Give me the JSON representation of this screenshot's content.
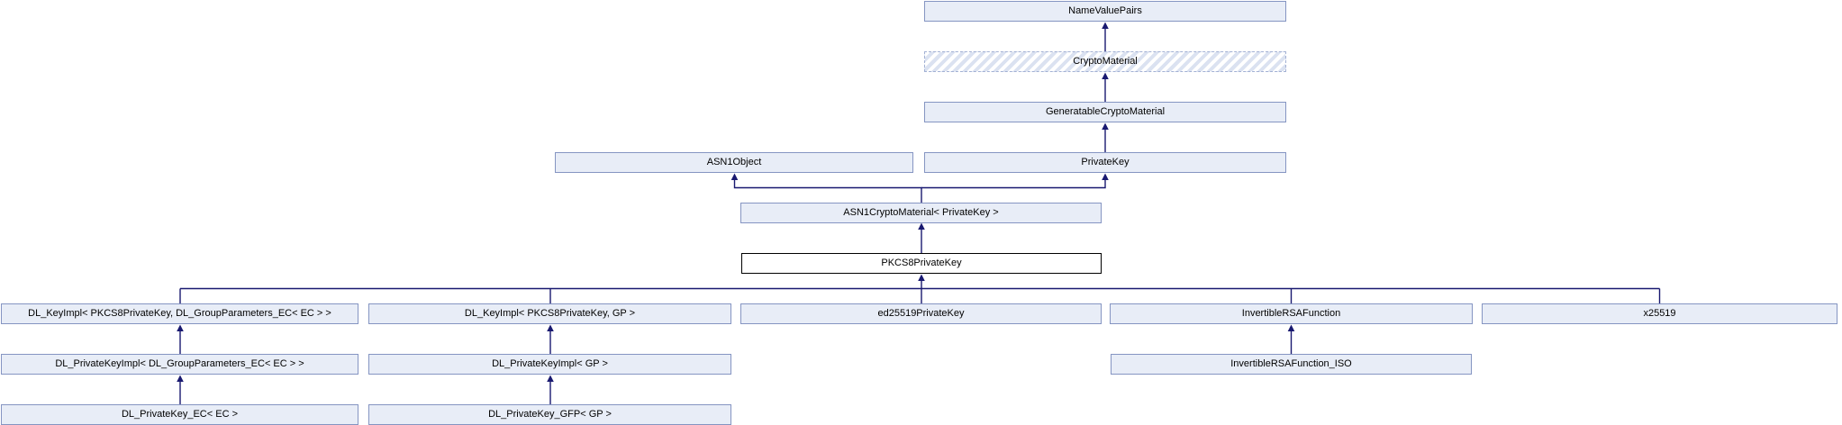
{
  "diagram": {
    "colors": {
      "background": "#ffffff",
      "node_fill": "#e8edf7",
      "node_border": "#8595c2",
      "current_node_fill": "#ffffff",
      "current_node_border": "#000000",
      "hatch_stripe": "#dbe2f1",
      "hatch_border": "#a3b1d4",
      "edge": "#191970",
      "text": "#000000"
    },
    "nodes": [
      {
        "id": "NameValuePairs",
        "label": "NameValuePairs",
        "variant": "default"
      },
      {
        "id": "CryptoMaterial",
        "label": "CryptoMaterial",
        "variant": "hatched"
      },
      {
        "id": "GeneratableCryptoMaterial",
        "label": "GeneratableCryptoMaterial",
        "variant": "default"
      },
      {
        "id": "ASN1Object",
        "label": "ASN1Object",
        "variant": "default"
      },
      {
        "id": "PrivateKey",
        "label": "PrivateKey",
        "variant": "default"
      },
      {
        "id": "ASN1CryptoMaterial_PrivateKey",
        "label": "ASN1CryptoMaterial< PrivateKey >",
        "variant": "default"
      },
      {
        "id": "PKCS8PrivateKey",
        "label": "PKCS8PrivateKey",
        "variant": "current"
      },
      {
        "id": "DL_KeyImpl_EC",
        "label": "DL_KeyImpl< PKCS8PrivateKey, DL_GroupParameters_EC< EC > >",
        "variant": "default"
      },
      {
        "id": "DL_KeyImpl_GP",
        "label": "DL_KeyImpl< PKCS8PrivateKey, GP >",
        "variant": "default"
      },
      {
        "id": "ed25519PrivateKey",
        "label": "ed25519PrivateKey",
        "variant": "default"
      },
      {
        "id": "InvertibleRSAFunction",
        "label": "InvertibleRSAFunction",
        "variant": "default"
      },
      {
        "id": "x25519",
        "label": "x25519",
        "variant": "default"
      },
      {
        "id": "DL_PrivateKeyImpl_EC",
        "label": "DL_PrivateKeyImpl< DL_GroupParameters_EC< EC > >",
        "variant": "default"
      },
      {
        "id": "DL_PrivateKeyImpl_GP",
        "label": "DL_PrivateKeyImpl< GP >",
        "variant": "default"
      },
      {
        "id": "InvertibleRSAFunction_ISO",
        "label": "InvertibleRSAFunction_ISO",
        "variant": "default"
      },
      {
        "id": "DL_PrivateKey_EC",
        "label": "DL_PrivateKey_EC< EC >",
        "variant": "default"
      },
      {
        "id": "DL_PrivateKey_GFP",
        "label": "DL_PrivateKey_GFP< GP >",
        "variant": "default"
      }
    ],
    "edges": [
      {
        "from": "CryptoMaterial",
        "to": "NameValuePairs"
      },
      {
        "from": "GeneratableCryptoMaterial",
        "to": "CryptoMaterial"
      },
      {
        "from": "PrivateKey",
        "to": "GeneratableCryptoMaterial"
      },
      {
        "from": "ASN1CryptoMaterial_PrivateKey",
        "to": "ASN1Object"
      },
      {
        "from": "ASN1CryptoMaterial_PrivateKey",
        "to": "PrivateKey"
      },
      {
        "from": "PKCS8PrivateKey",
        "to": "ASN1CryptoMaterial_PrivateKey"
      },
      {
        "from": "DL_KeyImpl_EC",
        "to": "PKCS8PrivateKey"
      },
      {
        "from": "DL_KeyImpl_GP",
        "to": "PKCS8PrivateKey"
      },
      {
        "from": "ed25519PrivateKey",
        "to": "PKCS8PrivateKey"
      },
      {
        "from": "InvertibleRSAFunction",
        "to": "PKCS8PrivateKey"
      },
      {
        "from": "x25519",
        "to": "PKCS8PrivateKey"
      },
      {
        "from": "DL_PrivateKeyImpl_EC",
        "to": "DL_KeyImpl_EC"
      },
      {
        "from": "DL_PrivateKeyImpl_GP",
        "to": "DL_KeyImpl_GP"
      },
      {
        "from": "InvertibleRSAFunction_ISO",
        "to": "InvertibleRSAFunction"
      },
      {
        "from": "DL_PrivateKey_EC",
        "to": "DL_PrivateKeyImpl_EC"
      },
      {
        "from": "DL_PrivateKey_GFP",
        "to": "DL_PrivateKeyImpl_GP"
      }
    ]
  }
}
